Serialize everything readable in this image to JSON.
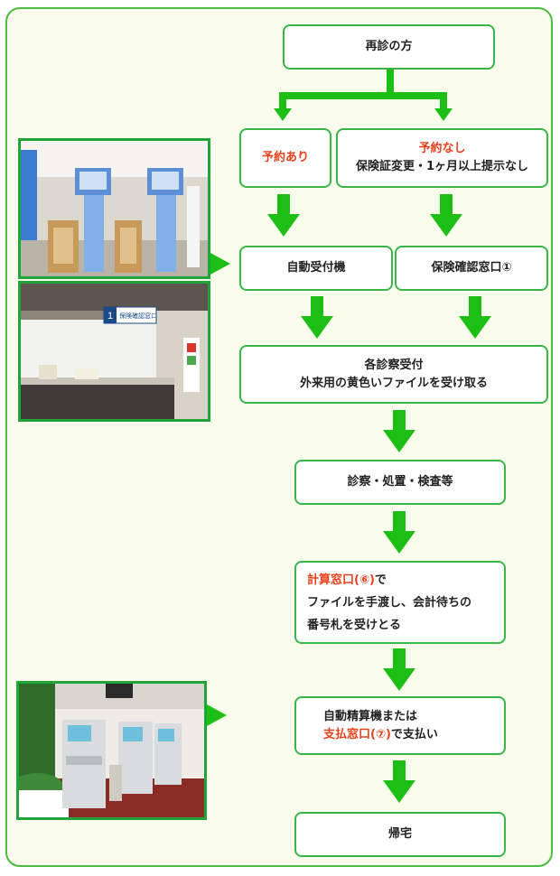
{
  "colors": {
    "accent_green": "#39b54a",
    "arrow_green": "#1dbf17",
    "highlight_red": "#e8411b",
    "panel_bg": "#fbfdec"
  },
  "flow": {
    "start": "再診の方",
    "reserved": "予約あり",
    "not_reserved_title": "予約なし",
    "not_reserved_sub": "保険証変更・1ヶ月以上提示なし",
    "auto_reception": "自動受付機",
    "insurance_window": "保険確認窓口①",
    "dept_reception_1": "各診察受付",
    "dept_reception_2": "外来用の黄色いファイルを受け取る",
    "exam": "診察・処置・検査等",
    "calc_window_red": "計算窓口(⑥)",
    "calc_window_suffix": "で",
    "calc_line2": "ファイルを手渡し、会計待ちの",
    "calc_line3": "番号札を受けとる",
    "pay_line1": "自動精算機または",
    "pay_window_red": "支払窓口(⑦)",
    "pay_suffix": "で支払い",
    "home": "帰宅"
  },
  "photos": {
    "insurance_sign_number": "1",
    "insurance_sign_text": "保険確認窓口"
  }
}
